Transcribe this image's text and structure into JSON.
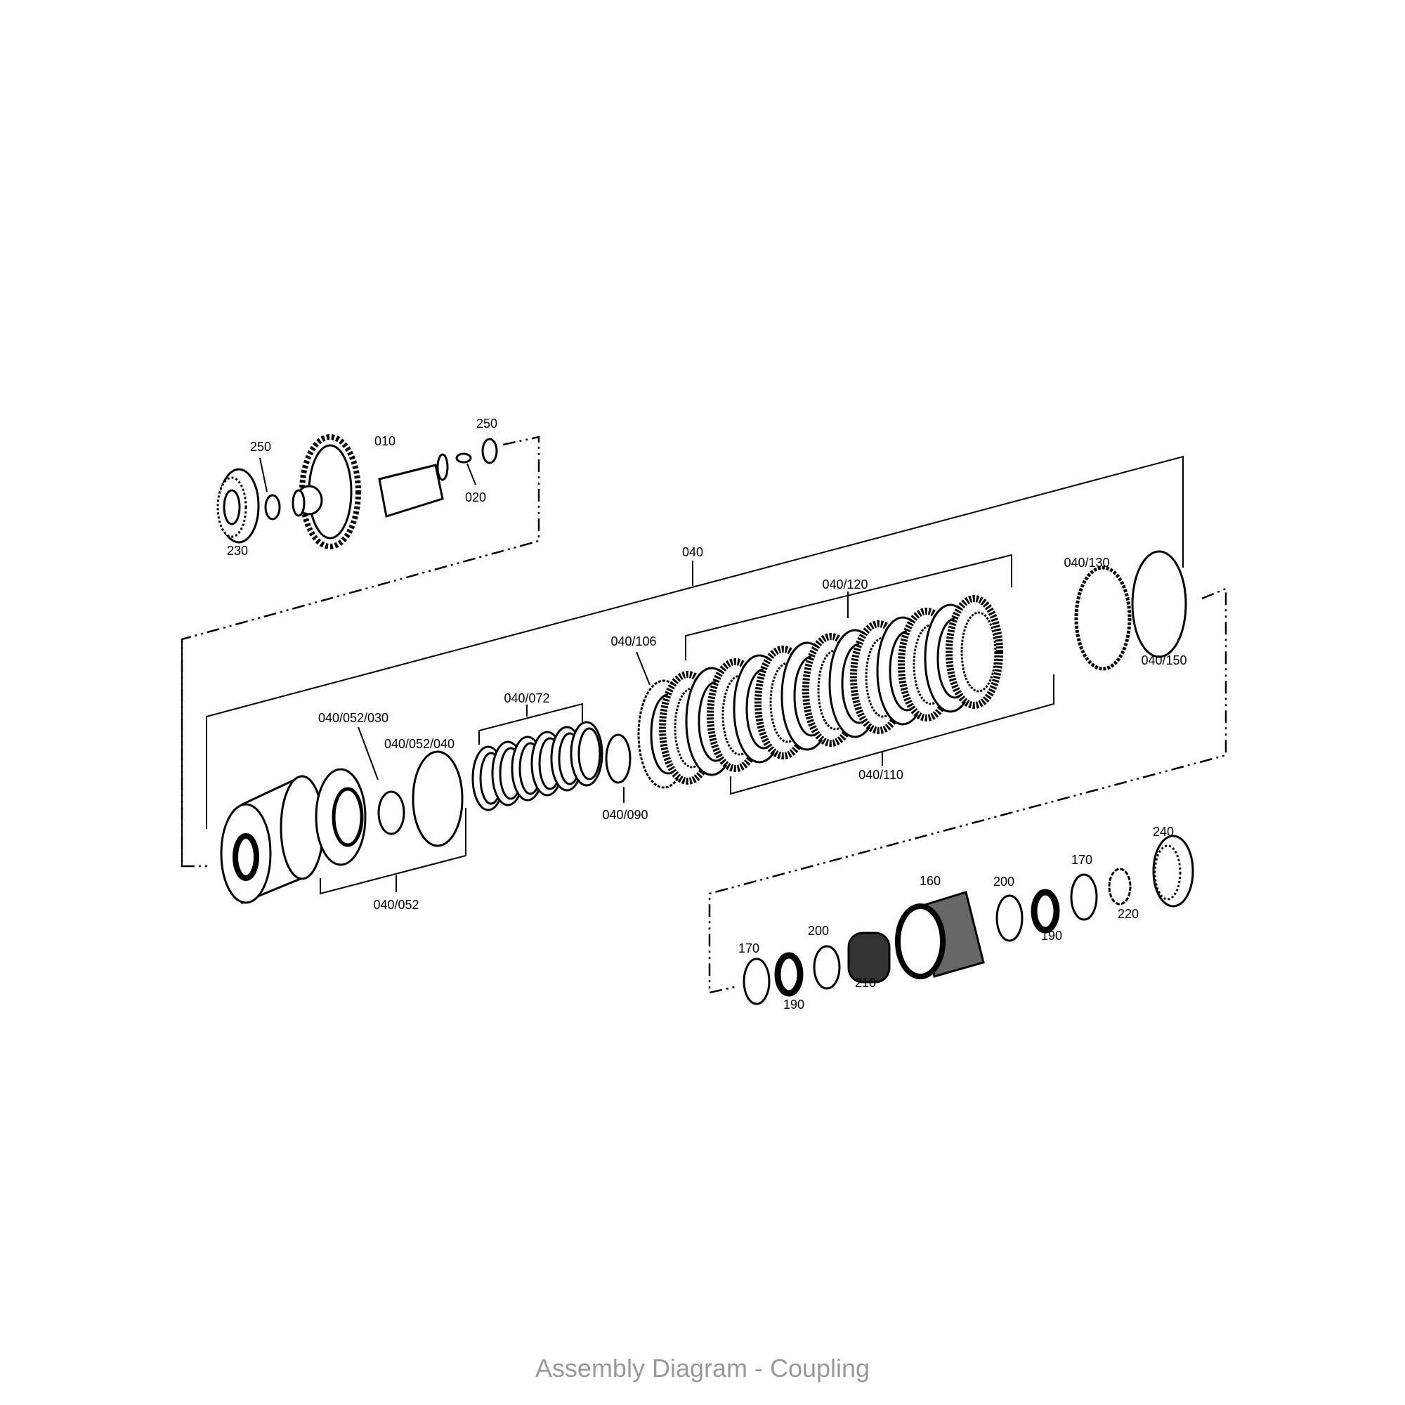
{
  "title": "Assembly Diagram - Coupling",
  "labels": {
    "p250a": "250",
    "p010": "010",
    "p250b": "250",
    "p020": "020",
    "p230": "230",
    "p040": "040",
    "p040_130": "040/130",
    "p040_120": "040/120",
    "p040_106": "040/106",
    "p040_150": "040/150",
    "p040_072": "040/072",
    "p040_052_030": "040/052/030",
    "p040_052_040": "040/052/040",
    "p040_090": "040/090",
    "p040_110": "040/110",
    "p040_052": "040/052",
    "p240": "240",
    "p160": "160",
    "p200a": "200",
    "p170a": "170",
    "p220": "220",
    "p190a": "190",
    "p200b": "200",
    "p170b": "170",
    "p210": "210",
    "p190b": "190"
  }
}
